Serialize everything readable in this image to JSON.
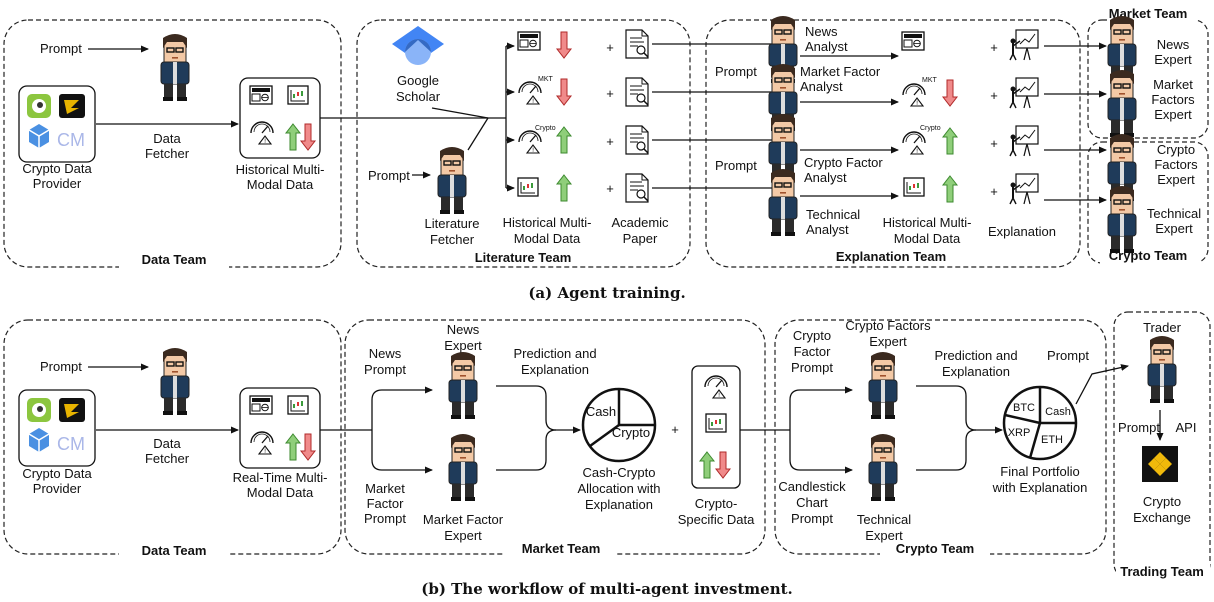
{
  "captions": {
    "a": "(a) Agent training.",
    "b": "(b) The workflow of multi-agent investment."
  },
  "teams": {
    "data_a": "Data Team",
    "literature": "Literature Team",
    "explanation": "Explanation Team",
    "market_a": "Market Team",
    "crypto_a": "Crypto Team",
    "data_b": "Data Team",
    "market_b": "Market Team",
    "crypto_b": "Crypto Team",
    "trading": "Trading Team"
  },
  "a": {
    "prompt_data": "Prompt",
    "crypto_provider": [
      "Crypto Data",
      "Provider"
    ],
    "data_fetcher": [
      "Data",
      "Fetcher"
    ],
    "historical_data": [
      "Historical Multi-",
      "Modal Data"
    ],
    "google_scholar": [
      "Google",
      "Scholar"
    ],
    "prompt_lit": "Prompt",
    "literature_fetcher": [
      "Literature",
      "Fetcher"
    ],
    "lit_hist": [
      "Historical Multi-",
      "Modal Data"
    ],
    "academic_paper": [
      "Academic",
      "Paper"
    ],
    "news_analyst": [
      "News",
      "Analyst"
    ],
    "market_factor_analyst": [
      "Market Factor",
      "Analyst"
    ],
    "crypto_factor_analyst": [
      "Crypto Factor",
      "Analyst"
    ],
    "technical_analyst": [
      "Technical",
      "Analyst"
    ],
    "prompt_exp1": "Prompt",
    "prompt_exp2": "Prompt",
    "exp_hist": [
      "Historical Multi-",
      "Modal Data"
    ],
    "explanation": "Explanation",
    "news_expert": [
      "News",
      "Expert"
    ],
    "market_factors_expert": [
      "Market",
      "Factors",
      "Expert"
    ],
    "crypto_factors_expert": [
      "Crypto",
      "Factors",
      "Expert"
    ],
    "technical_expert": [
      "Technical",
      "Expert"
    ],
    "plus": "+",
    "mkt_tag": "MKT",
    "crypto_tag": "Crypto"
  },
  "b": {
    "prompt_data": "Prompt",
    "crypto_provider": [
      "Crypto Data",
      "Provider"
    ],
    "data_fetcher": [
      "Data",
      "Fetcher"
    ],
    "realtime_data": [
      "Real-Time Multi-",
      "Modal Data"
    ],
    "news_prompt": [
      "News",
      "Prompt"
    ],
    "market_factor_prompt": [
      "Market",
      "Factor",
      "Prompt"
    ],
    "news_expert": [
      "News",
      "Expert"
    ],
    "market_factor_expert": [
      "Market Factor",
      "Expert"
    ],
    "pred_exp_1": [
      "Prediction and",
      "Explanation"
    ],
    "cash_crypto_alloc": [
      "Cash-Crypto",
      "Allocation with",
      "Explanation"
    ],
    "crypto_specific": [
      "Crypto-",
      "Specific Data"
    ],
    "crypto_factor_prompt": [
      "Crypto",
      "Factor",
      "Prompt"
    ],
    "candlestick_prompt": [
      "Candlestick",
      "Chart",
      "Prompt"
    ],
    "crypto_factors_expert": [
      "Crypto Factors",
      "Expert"
    ],
    "technical_expert": [
      "Technical",
      "Expert"
    ],
    "pred_exp_2": [
      "Prediction and",
      "Explanation"
    ],
    "final_portfolio": [
      "Final Portfolio",
      "with Explanation"
    ],
    "prompt_trader": "Prompt",
    "trader": "Trader",
    "prompt_exchange": "Prompt",
    "api": "API",
    "crypto_exchange": [
      "Crypto",
      "Exchange"
    ],
    "pie1": [
      "Cash",
      "Crypto"
    ],
    "pie2": [
      "BTC",
      "Cash",
      "XRP",
      "ETH"
    ],
    "plus": "+"
  }
}
